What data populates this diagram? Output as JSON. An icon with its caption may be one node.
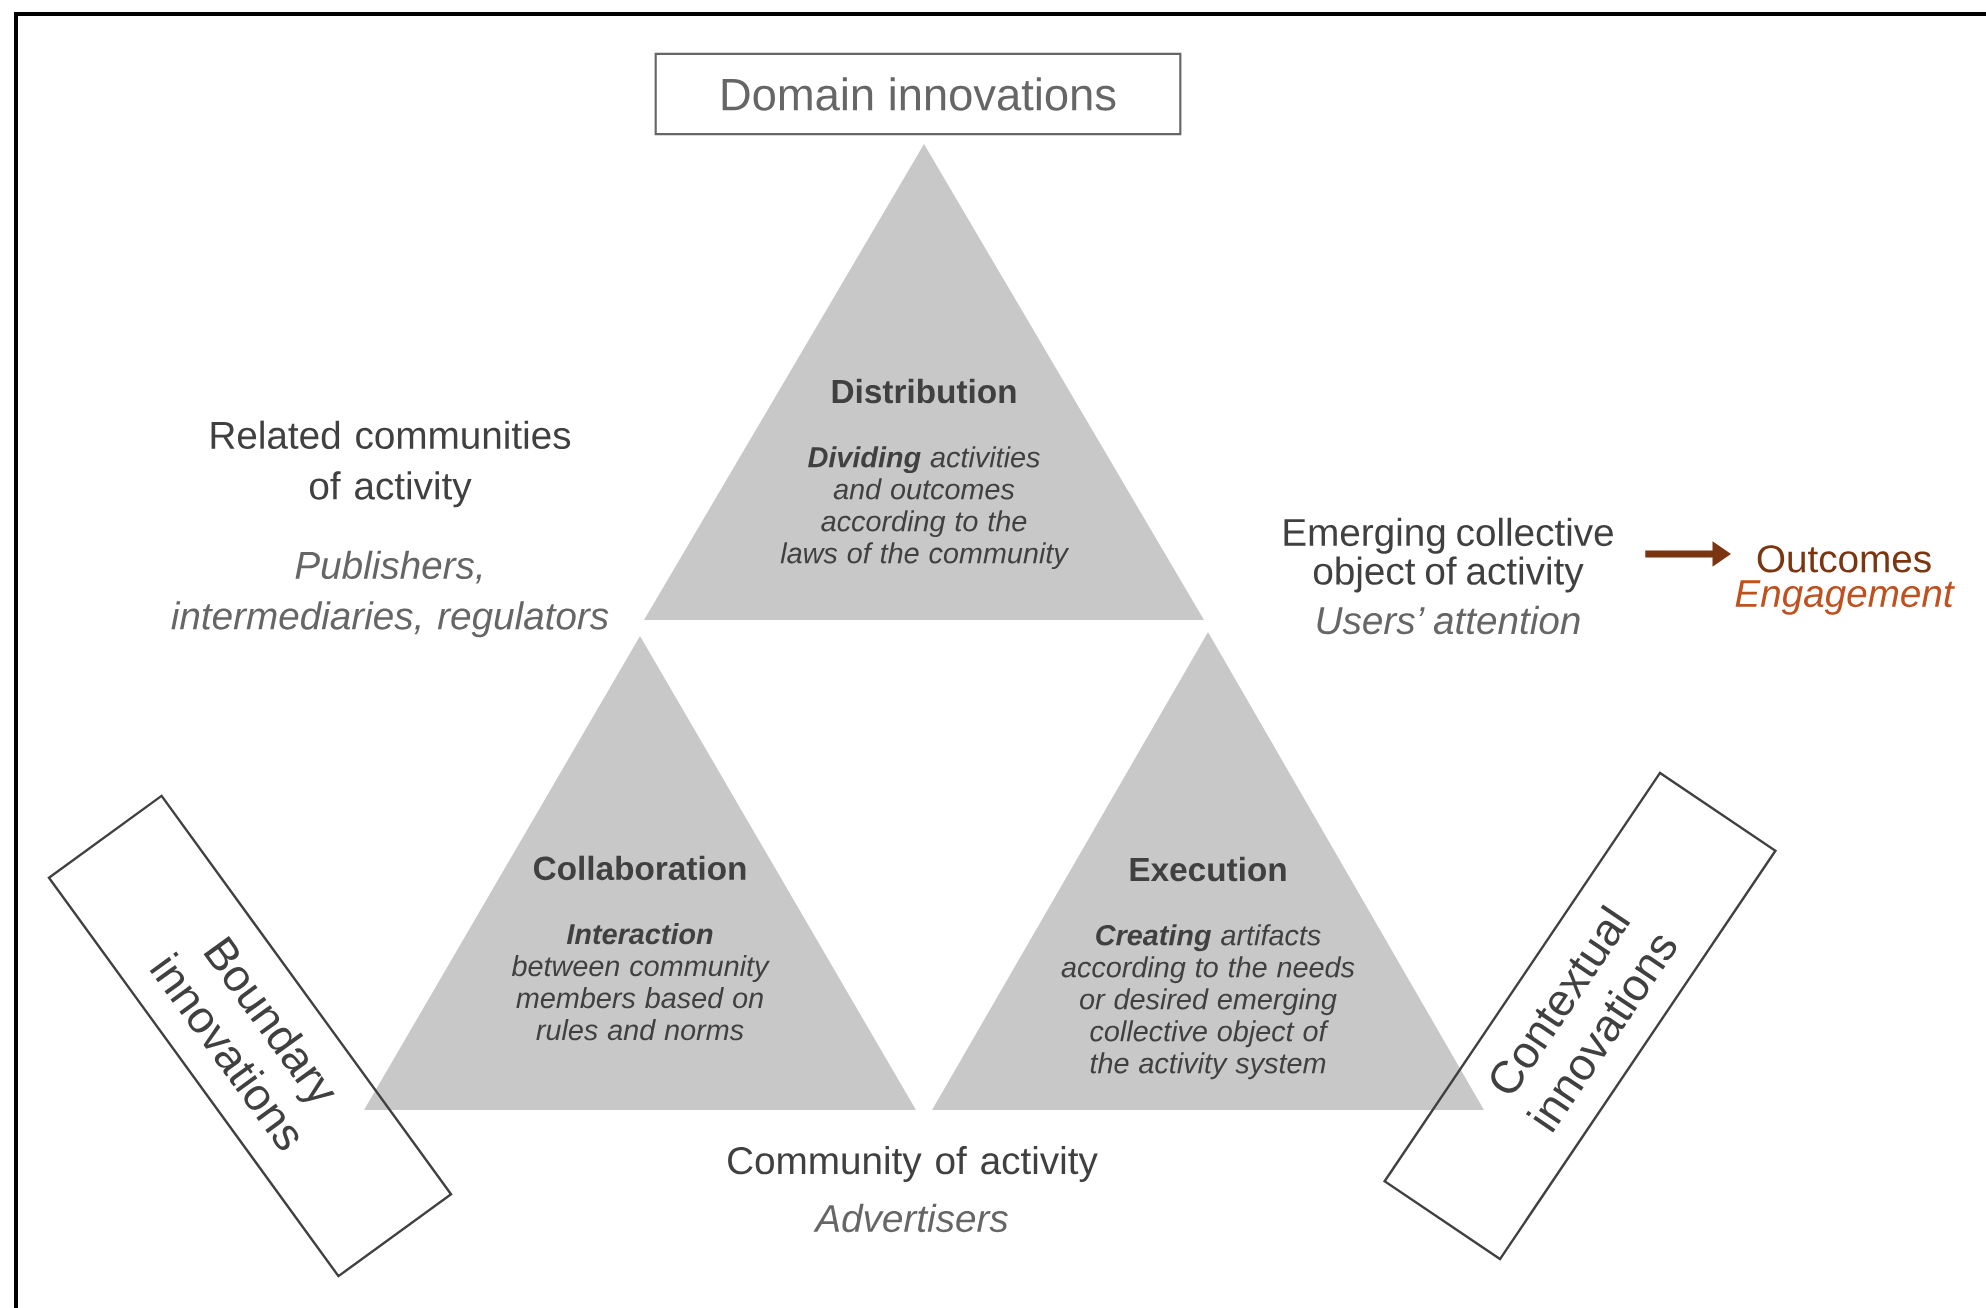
{
  "diagram": {
    "nodes": [
      {
        "text": [
          "Domain innovations"
        ]
      },
      {
        "text": [
          "Distribution",
          "**Dividing** activities and outcomes according to the laws of the community"
        ]
      },
      {
        "text": [
          "Collaboration",
          "**Interaction** between community members based on rules and norms"
        ]
      },
      {
        "text": [
          "Execution",
          "**Creating** artifacts according to the needs or desired emerging collective object of the activity system"
        ]
      },
      {
        "text": [
          "Boundary innovations"
        ]
      },
      {
        "text": [
          "Contextual innovations"
        ]
      },
      {
        "text": [
          "Emerging collective object of activity",
          "Users’ attention"
        ]
      },
      {
        "text": [
          "Outcomes",
          "Engagement"
        ]
      }
    ],
    "edges": [
      {
        "from": 6,
        "to": 7,
        "arrow": "to"
      }
    ],
    "labels": [
      "Related communities of activity",
      "Publishers, intermediaries, regulators",
      "Community of activity",
      "Advertisers"
    ]
  }
}
